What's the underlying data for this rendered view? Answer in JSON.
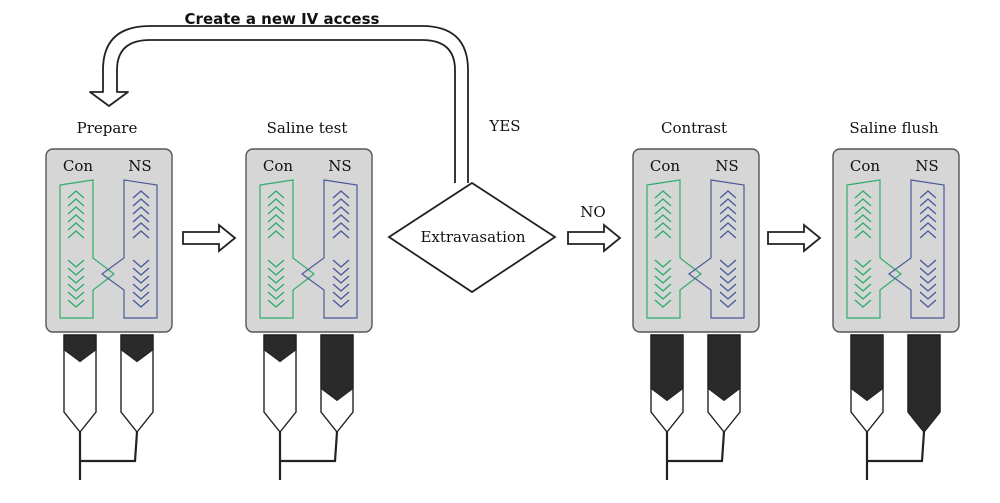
{
  "loop_label": "Create a new IV access",
  "decision": {
    "label": "Extravasation",
    "yes_label": "YES",
    "no_label": "NO"
  },
  "colors": {
    "panel_fill": "#d6d6d6",
    "panel_stroke": "#555555",
    "contrast_channel": "#2fae6a",
    "saline_channel": "#4a5a9a",
    "syringe_fill": "#2a2a2a",
    "line": "#222222"
  },
  "stages": [
    {
      "title": "Prepare",
      "left_label": "Con",
      "right_label": "NS",
      "left_fill": 0.15,
      "right_fill": 0.15
    },
    {
      "title": "Saline test",
      "left_label": "Con",
      "right_label": "NS",
      "left_fill": 0.15,
      "right_fill": 0.55
    },
    {
      "title": "Contrast",
      "left_label": "Con",
      "right_label": "NS",
      "left_fill": 0.55,
      "right_fill": 0.55
    },
    {
      "title": "Saline flush",
      "left_label": "Con",
      "right_label": "NS",
      "left_fill": 0.55,
      "right_fill": 1.0
    }
  ]
}
